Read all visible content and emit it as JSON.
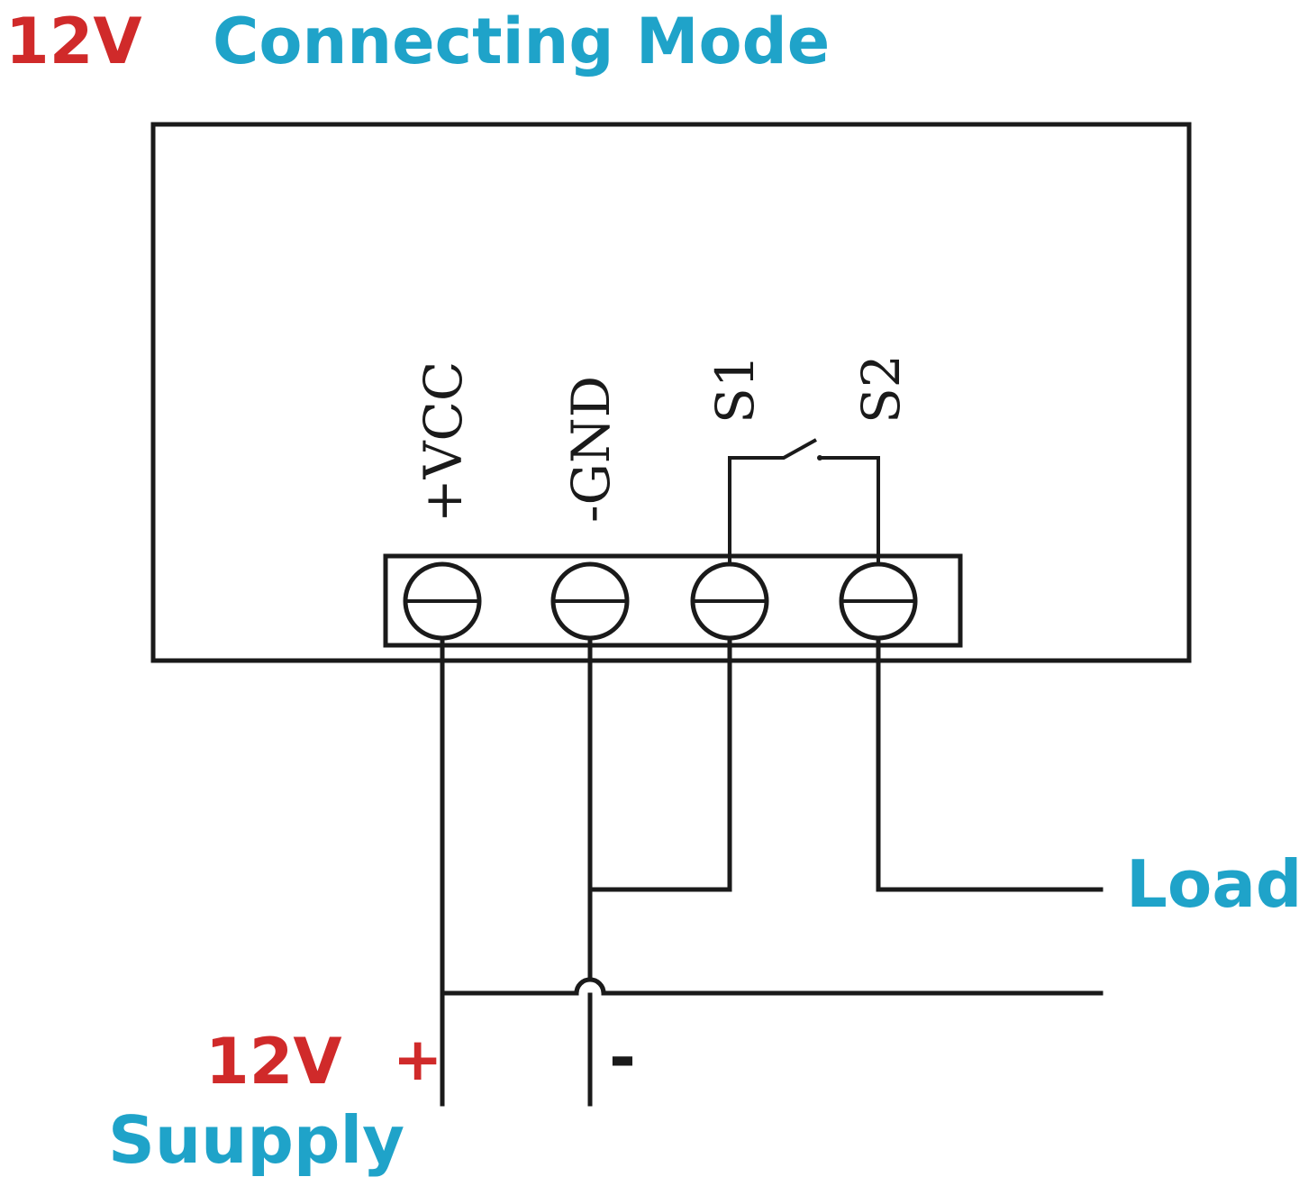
{
  "header": {
    "voltage": "12V",
    "title": "Connecting Mode"
  },
  "terminals": [
    {
      "id": "vcc",
      "label": "+VCC"
    },
    {
      "id": "gnd",
      "label": "-GND"
    },
    {
      "id": "s1",
      "label": "S1"
    },
    {
      "id": "s2",
      "label": "S2"
    }
  ],
  "load_label": "Load",
  "supply": {
    "voltage": "12V",
    "plus": "+",
    "minus": "-",
    "label": "Suupply"
  },
  "colors": {
    "red": "#d02a2a",
    "blue": "#1fa3c9",
    "line": "#1a1a1a"
  }
}
